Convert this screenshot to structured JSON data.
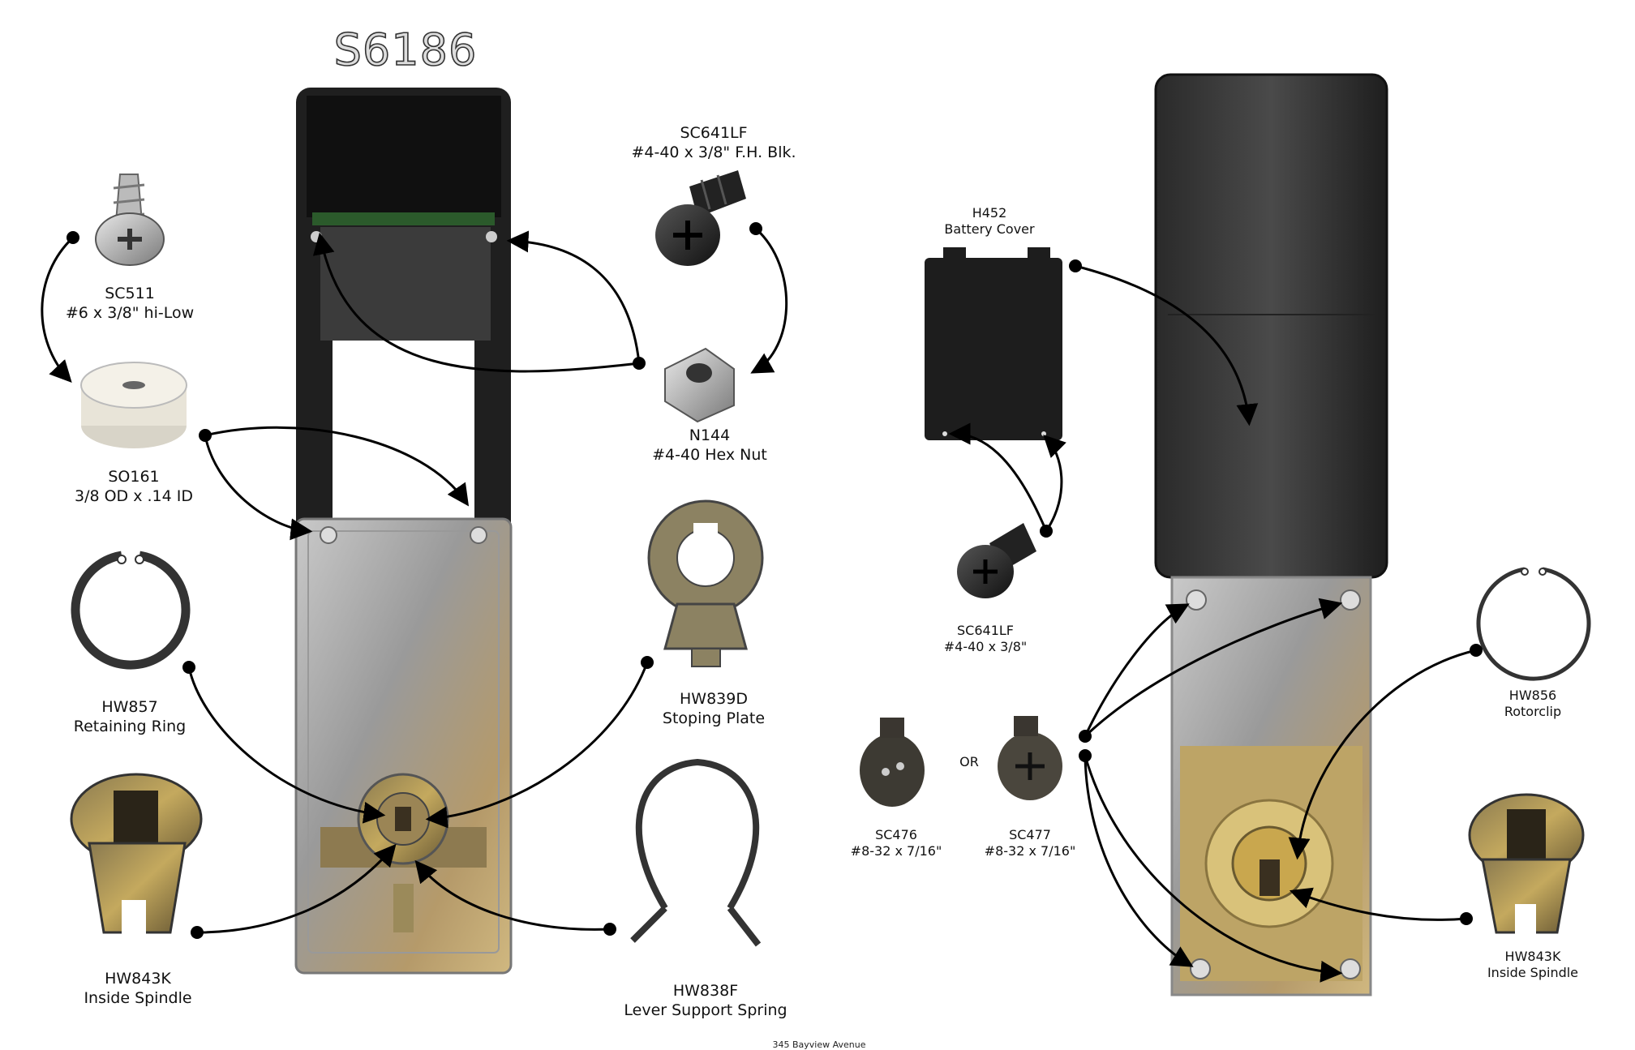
{
  "title": "S6186",
  "footer_text": "345 Bayview Avenue",
  "labels": {
    "sc511": {
      "code": "SC511",
      "desc": "#6 x 3/8\" hi-Low"
    },
    "so161": {
      "code": "SO161",
      "desc": "3/8 OD  x .14 ID"
    },
    "hw857": {
      "code": "HW857",
      "desc": "Retaining Ring"
    },
    "hw843k_left": {
      "code": "HW843K",
      "desc": "Inside Spindle"
    },
    "sc641lf_top": {
      "code": "SC641LF",
      "desc": "#4-40 x 3/8\" F.H. Blk."
    },
    "n144": {
      "code": "N144",
      "desc": "#4-40 Hex Nut"
    },
    "hw839d": {
      "code": "HW839D",
      "desc": "Stoping Plate"
    },
    "hw838f": {
      "code": "HW838F",
      "desc": "Lever Support Spring"
    },
    "h452": {
      "code": "H452",
      "desc": "Battery Cover"
    },
    "sc641lf_right": {
      "code": "SC641LF",
      "desc": "#4-40 x 3/8\""
    },
    "sc476": {
      "code": "SC476",
      "desc": "#8-32 x 7/16\""
    },
    "sc477": {
      "code": "SC477",
      "desc": "#8-32 x 7/16\""
    },
    "or_text": "OR",
    "hw856": {
      "code": "HW856",
      "desc": "Rotorclip"
    },
    "hw843k_right": {
      "code": "HW843K",
      "desc": "Inside Spindle"
    }
  }
}
